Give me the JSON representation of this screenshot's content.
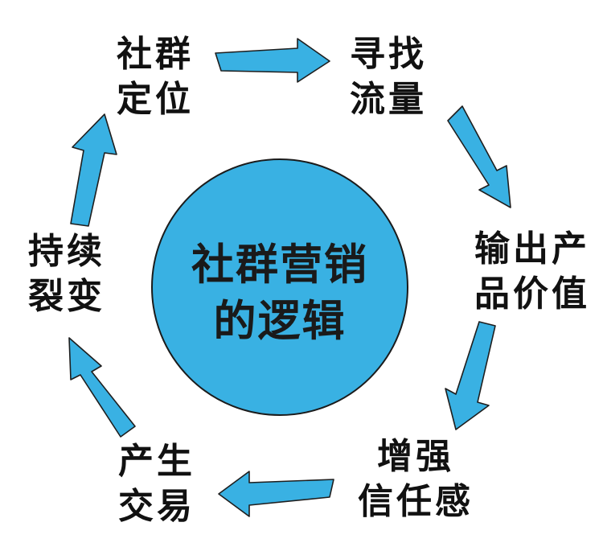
{
  "center": {
    "line1": "社群营销",
    "line2": "的逻辑"
  },
  "steps": [
    {
      "line1": "社群",
      "line2": "定位"
    },
    {
      "line1": "寻找",
      "line2": "流量"
    },
    {
      "line1": "输出产",
      "line2": "品价值"
    },
    {
      "line1": "增强",
      "line2": "信任感"
    },
    {
      "line1": "产生",
      "line2": "交易"
    },
    {
      "line1": "持续",
      "line2": "裂变"
    }
  ],
  "colors": {
    "accent": "#39b1e3",
    "outline": "#1e1e1e",
    "text": "#111111"
  }
}
